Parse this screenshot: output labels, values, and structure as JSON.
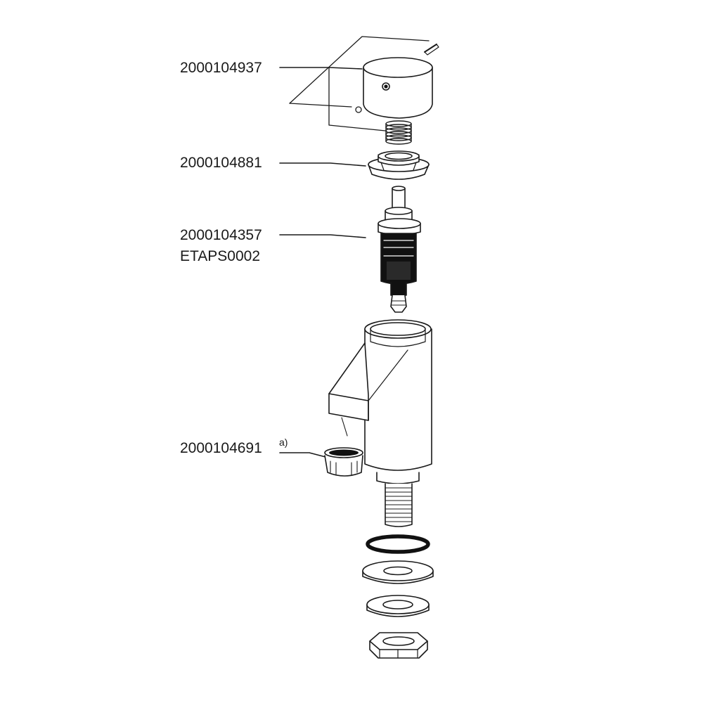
{
  "parts": {
    "cap": {
      "number": "2000104937"
    },
    "nut": {
      "number": "2000104881"
    },
    "cartridge": {
      "number": "2000104357",
      "alt_number": "ETAPS0002"
    },
    "aerator": {
      "number": "2000104691",
      "note": "a)"
    }
  },
  "colors": {
    "line": "#1a1a1a",
    "fill": "#ffffff",
    "dark": "#111111"
  }
}
